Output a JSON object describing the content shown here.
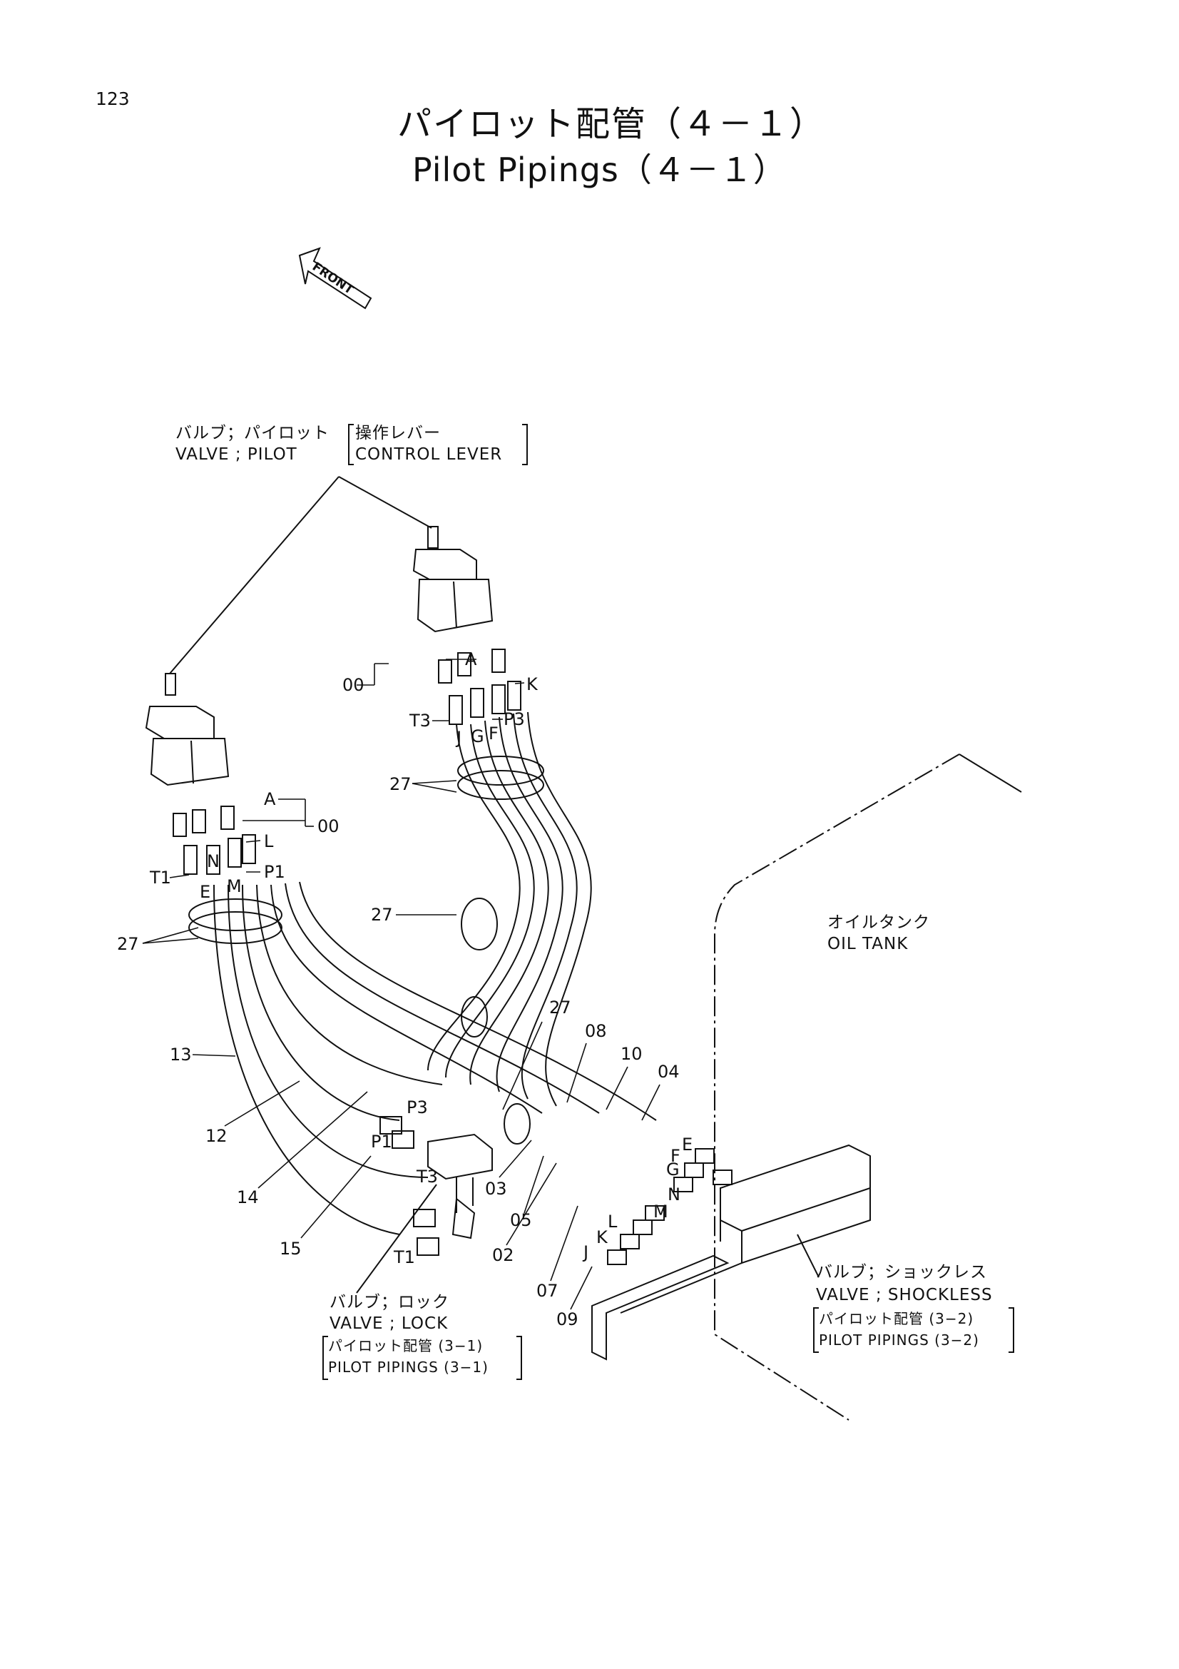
{
  "page_number": "123",
  "title_jp": "パイロット配管（４－１）",
  "title_en": "Pilot Pipings（４－１）",
  "front_arrow": "FRONT",
  "callouts": {
    "valve_pilot_jp": "バルブ；パイロット",
    "valve_pilot_en": "VALVE ; PILOT",
    "control_lever_jp": "操作レバー",
    "control_lever_en": "CONTROL LEVER",
    "oil_tank_jp": "オイルタンク",
    "oil_tank_en": "OIL TANK",
    "valve_lock_jp": "バルブ；ロック",
    "valve_lock_en": "VALVE ; LOCK",
    "pilot_pipings_31_jp": "パイロット配管 (3−1)",
    "pilot_pipings_31_en": "PILOT PIPINGS (3−1)",
    "valve_shockless_jp": "バルブ；ショックレス",
    "valve_shockless_en": "VALVE ; SHOCKLESS",
    "pilot_pipings_32_jp": "パイロット配管 (3−2)",
    "pilot_pipings_32_en": "PILOT PIPINGS (3−2)"
  },
  "part_labels": {
    "r_a": "A",
    "r_00": "00",
    "r_k": "K",
    "r_t3": "T3",
    "r_p3": "P3",
    "r_j": "J",
    "r_g": "G",
    "r_f": "F",
    "r_27": "27",
    "l_a": "A",
    "l_00": "00",
    "l_l": "L",
    "l_t1": "T1",
    "l_n": "N",
    "l_m": "M",
    "l_p1": "P1",
    "l_e": "E",
    "l_27": "27",
    "m_27": "27",
    "c_27": "27",
    "c_08": "08",
    "c_10": "10",
    "c_04": "04",
    "c_13": "13",
    "c_12": "12",
    "c_14": "14",
    "c_15": "15",
    "c_p3": "P3",
    "c_p1": "P1",
    "c_t3": "T3",
    "c_t1": "T1",
    "c_03": "03",
    "c_05": "05",
    "c_02": "02",
    "c_07": "07",
    "c_09": "09",
    "s_e": "E",
    "s_f": "F",
    "s_g": "G",
    "s_n": "N",
    "s_m": "M",
    "s_l": "L",
    "s_k": "K",
    "s_j": "J"
  }
}
